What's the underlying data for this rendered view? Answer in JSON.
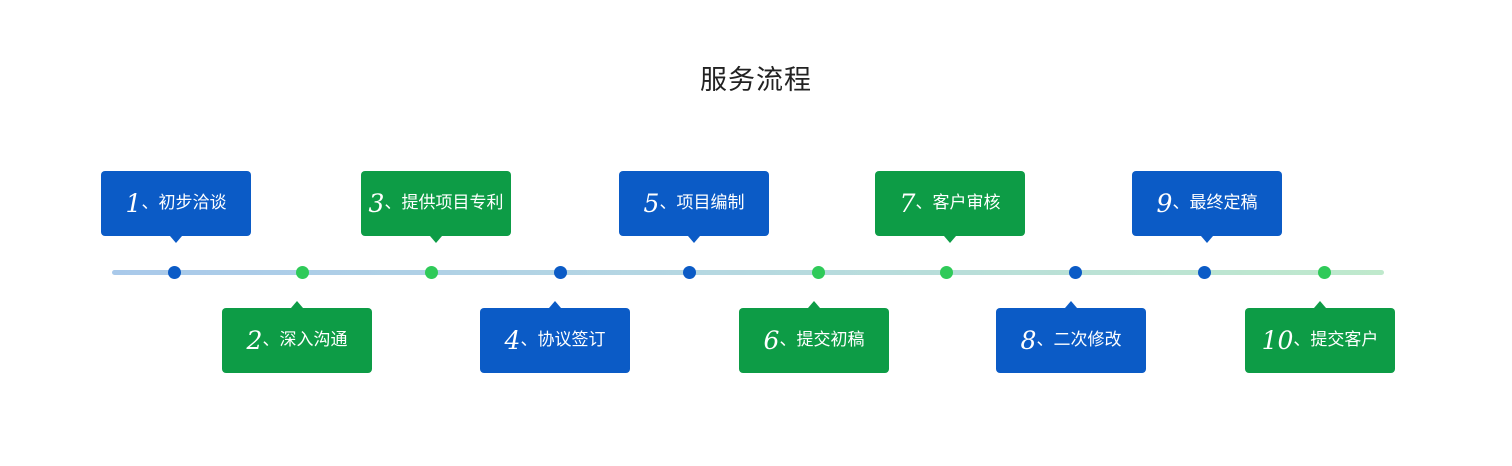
{
  "title": "服务流程",
  "colors": {
    "blue": "#0b5bc6",
    "green": "#0d9c46",
    "dot_green": "#2fca59",
    "track_start": "#a9c9ea",
    "track_end": "#bfe9cc"
  },
  "steps": [
    {
      "num": "1",
      "label": "、初步洽谈",
      "color": "blue"
    },
    {
      "num": "2",
      "label": "、深入沟通",
      "color": "green"
    },
    {
      "num": "3",
      "label": "、提供项目专利",
      "color": "green"
    },
    {
      "num": "4",
      "label": "、协议签订",
      "color": "blue"
    },
    {
      "num": "5",
      "label": "、项目编制",
      "color": "blue"
    },
    {
      "num": "6",
      "label": "、提交初稿",
      "color": "green"
    },
    {
      "num": "7",
      "label": "、客户审核",
      "color": "green"
    },
    {
      "num": "8",
      "label": "、二次修改",
      "color": "blue"
    },
    {
      "num": "9",
      "label": "、最终定稿",
      "color": "blue"
    },
    {
      "num": "10",
      "label": "、提交客户",
      "color": "green"
    }
  ]
}
